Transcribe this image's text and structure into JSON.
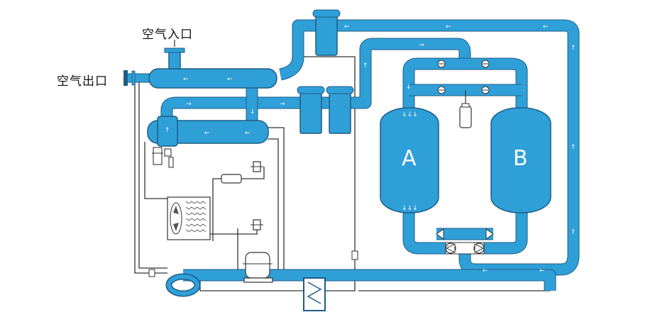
{
  "labels": {
    "air_inlet": "空气入口",
    "air_outlet": "空气出口"
  },
  "tanks": {
    "a": "A",
    "b": "B"
  },
  "colors": {
    "pipe": "#2f9fd8",
    "pipe_edge": "#1f5d86",
    "line": "#333333",
    "background": "#ffffff"
  }
}
